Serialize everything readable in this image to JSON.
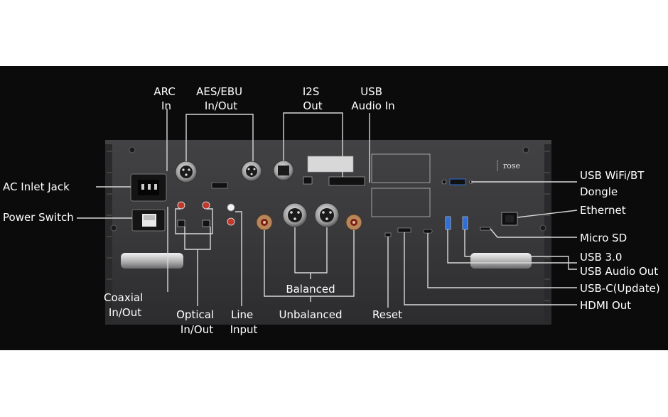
{
  "labels": {
    "arc_in": [
      "ARC",
      "In"
    ],
    "aes_ebu": [
      "AES/EBU",
      "In/Out"
    ],
    "i2s_out": [
      "I2S",
      "Out"
    ],
    "usb_audio_in": [
      "USB",
      "Audio In"
    ],
    "ac_inlet": "AC Inlet Jack",
    "power_switch": "Power Switch",
    "usb_wifi_bt": [
      "USB WiFi/BT",
      "Dongle"
    ],
    "ethernet": "Ethernet",
    "micro_sd": "Micro SD",
    "usb_3": [
      "USB 3.0",
      "USB Audio Out"
    ],
    "usb_c": "USB-C(Update)",
    "hdmi_out": "HDMI Out",
    "balanced": "Balanced",
    "coaxial": [
      "Coaxial",
      "In/Out"
    ],
    "optical": [
      "Optical",
      "In/Out"
    ],
    "line_input": [
      "Line",
      "Input"
    ],
    "unbalanced": "Unbalanced",
    "reset": "Reset"
  },
  "device": {
    "logo": "rose"
  },
  "colors": {
    "background": "#0b0b0b",
    "panel": "#3a3a3c",
    "label_text": "#ffffff",
    "leader_line": "#d8d8d8",
    "rca_red": "#c0392b",
    "rca_gold": "#b8865b",
    "usb_blue": "#2f6fd6"
  }
}
